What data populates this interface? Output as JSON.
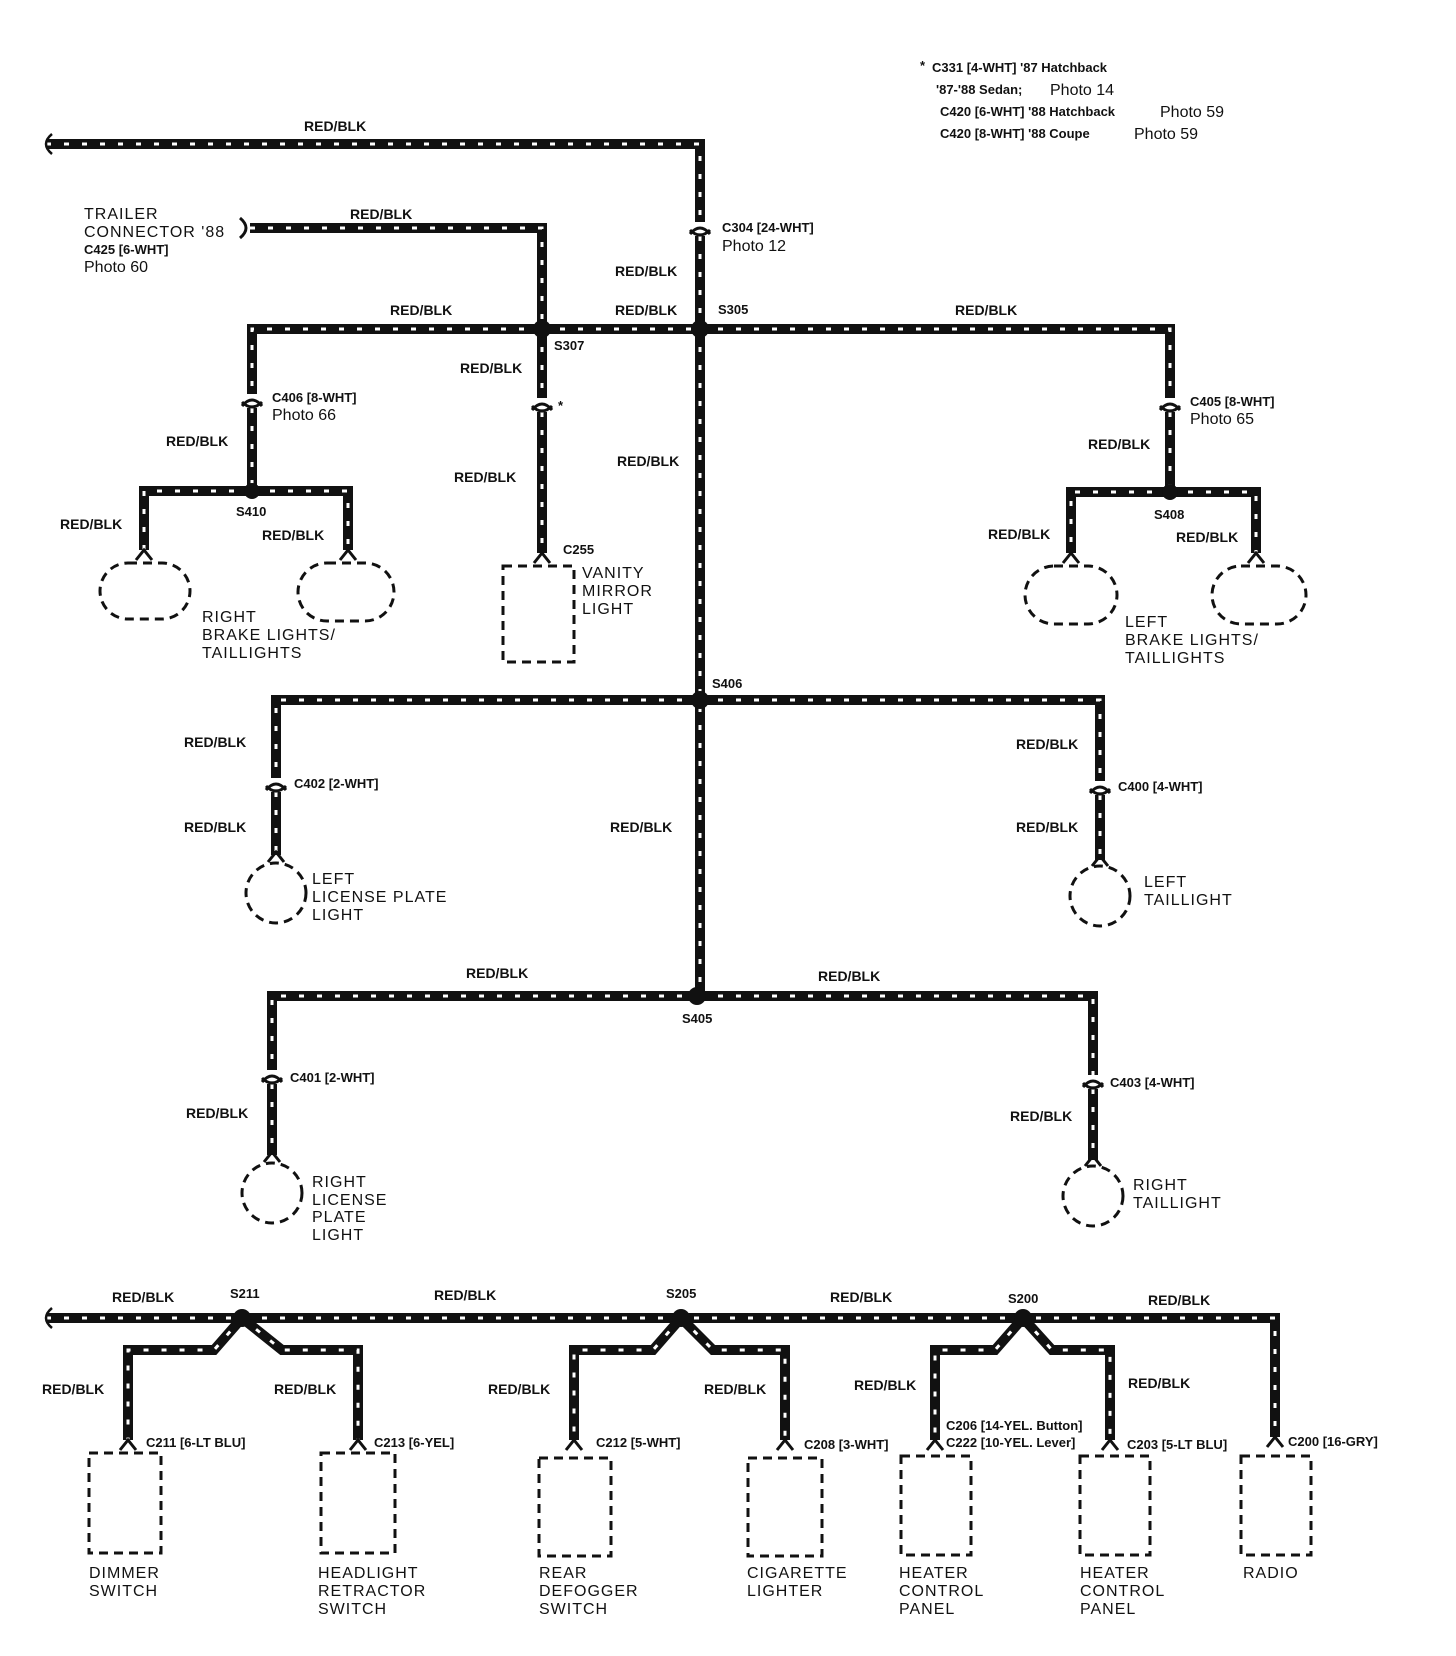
{
  "wire_color": "RED/BLK",
  "colors": {
    "wire": "#111111",
    "stripe": "#ffffff",
    "background": "#ffffff"
  },
  "note": {
    "star": "*",
    "line1": "C331 [4-WHT] '87 Hatchback",
    "line2a": "'87-'88 Sedan;",
    "line2b": "Photo 14",
    "line3a": "C420 [6-WHT] '88 Hatchback",
    "line3b": "Photo 59",
    "line4a": "C420 [8-WHT] '88 Coupe",
    "line4b": "Photo 59"
  },
  "trailer": {
    "line1": "TRAILER",
    "line2": "CONNECTOR '88",
    "line3": "C425 [6-WHT]",
    "line4": "Photo 60"
  },
  "splices": {
    "s305": "S305",
    "s307": "S307",
    "s410": "S410",
    "s408": "S408",
    "s406": "S406",
    "s405": "S405",
    "s211": "S211",
    "s205": "S205",
    "s200": "S200"
  },
  "connectors": {
    "c304": "C304 [24-WHT]",
    "c304_photo": "Photo 12",
    "c406": "C406 [8-WHT]",
    "c406_photo": "Photo 66",
    "c405": "C405 [8-WHT]",
    "c405_photo": "Photo 65",
    "c255": "C255",
    "c402": "C402 [2-WHT]",
    "c400": "C400 [4-WHT]",
    "c401": "C401 [2-WHT]",
    "c403": "C403 [4-WHT]",
    "c211": "C211 [6-LT BLU]",
    "c213": "C213 [6-YEL]",
    "c212": "C212 [5-WHT]",
    "c208": "C208 [3-WHT]",
    "c206": "C206 [14-YEL. Button]",
    "c222": "C222 [10-YEL. Lever]",
    "c203": "C203 [5-LT BLU]",
    "c200": "C200 [16-GRY]",
    "star_mark": "*"
  },
  "components": {
    "right_brake": [
      "RIGHT",
      "BRAKE LIGHTS/",
      "TAILLIGHTS"
    ],
    "left_brake": [
      "LEFT",
      "BRAKE LIGHTS/",
      "TAILLIGHTS"
    ],
    "vanity": [
      "VANITY",
      "MIRROR",
      "LIGHT"
    ],
    "left_license": [
      "LEFT",
      "LICENSE PLATE",
      "LIGHT"
    ],
    "left_taillight": [
      "LEFT",
      "TAILLIGHT"
    ],
    "right_license": [
      "RIGHT",
      "LICENSE",
      "PLATE",
      "LIGHT"
    ],
    "right_taillight": [
      "RIGHT",
      "TAILLIGHT"
    ],
    "dimmer": [
      "DIMMER",
      "SWITCH"
    ],
    "headlight": [
      "HEADLIGHT",
      "RETRACTOR",
      "SWITCH"
    ],
    "defogger": [
      "REAR",
      "DEFOGGER",
      "SWITCH"
    ],
    "cigarette": [
      "CIGARETTE",
      "LIGHTER"
    ],
    "heater1": [
      "HEATER",
      "CONTROL",
      "PANEL"
    ],
    "heater2": [
      "HEATER",
      "CONTROL",
      "PANEL"
    ],
    "radio": [
      "RADIO"
    ]
  }
}
